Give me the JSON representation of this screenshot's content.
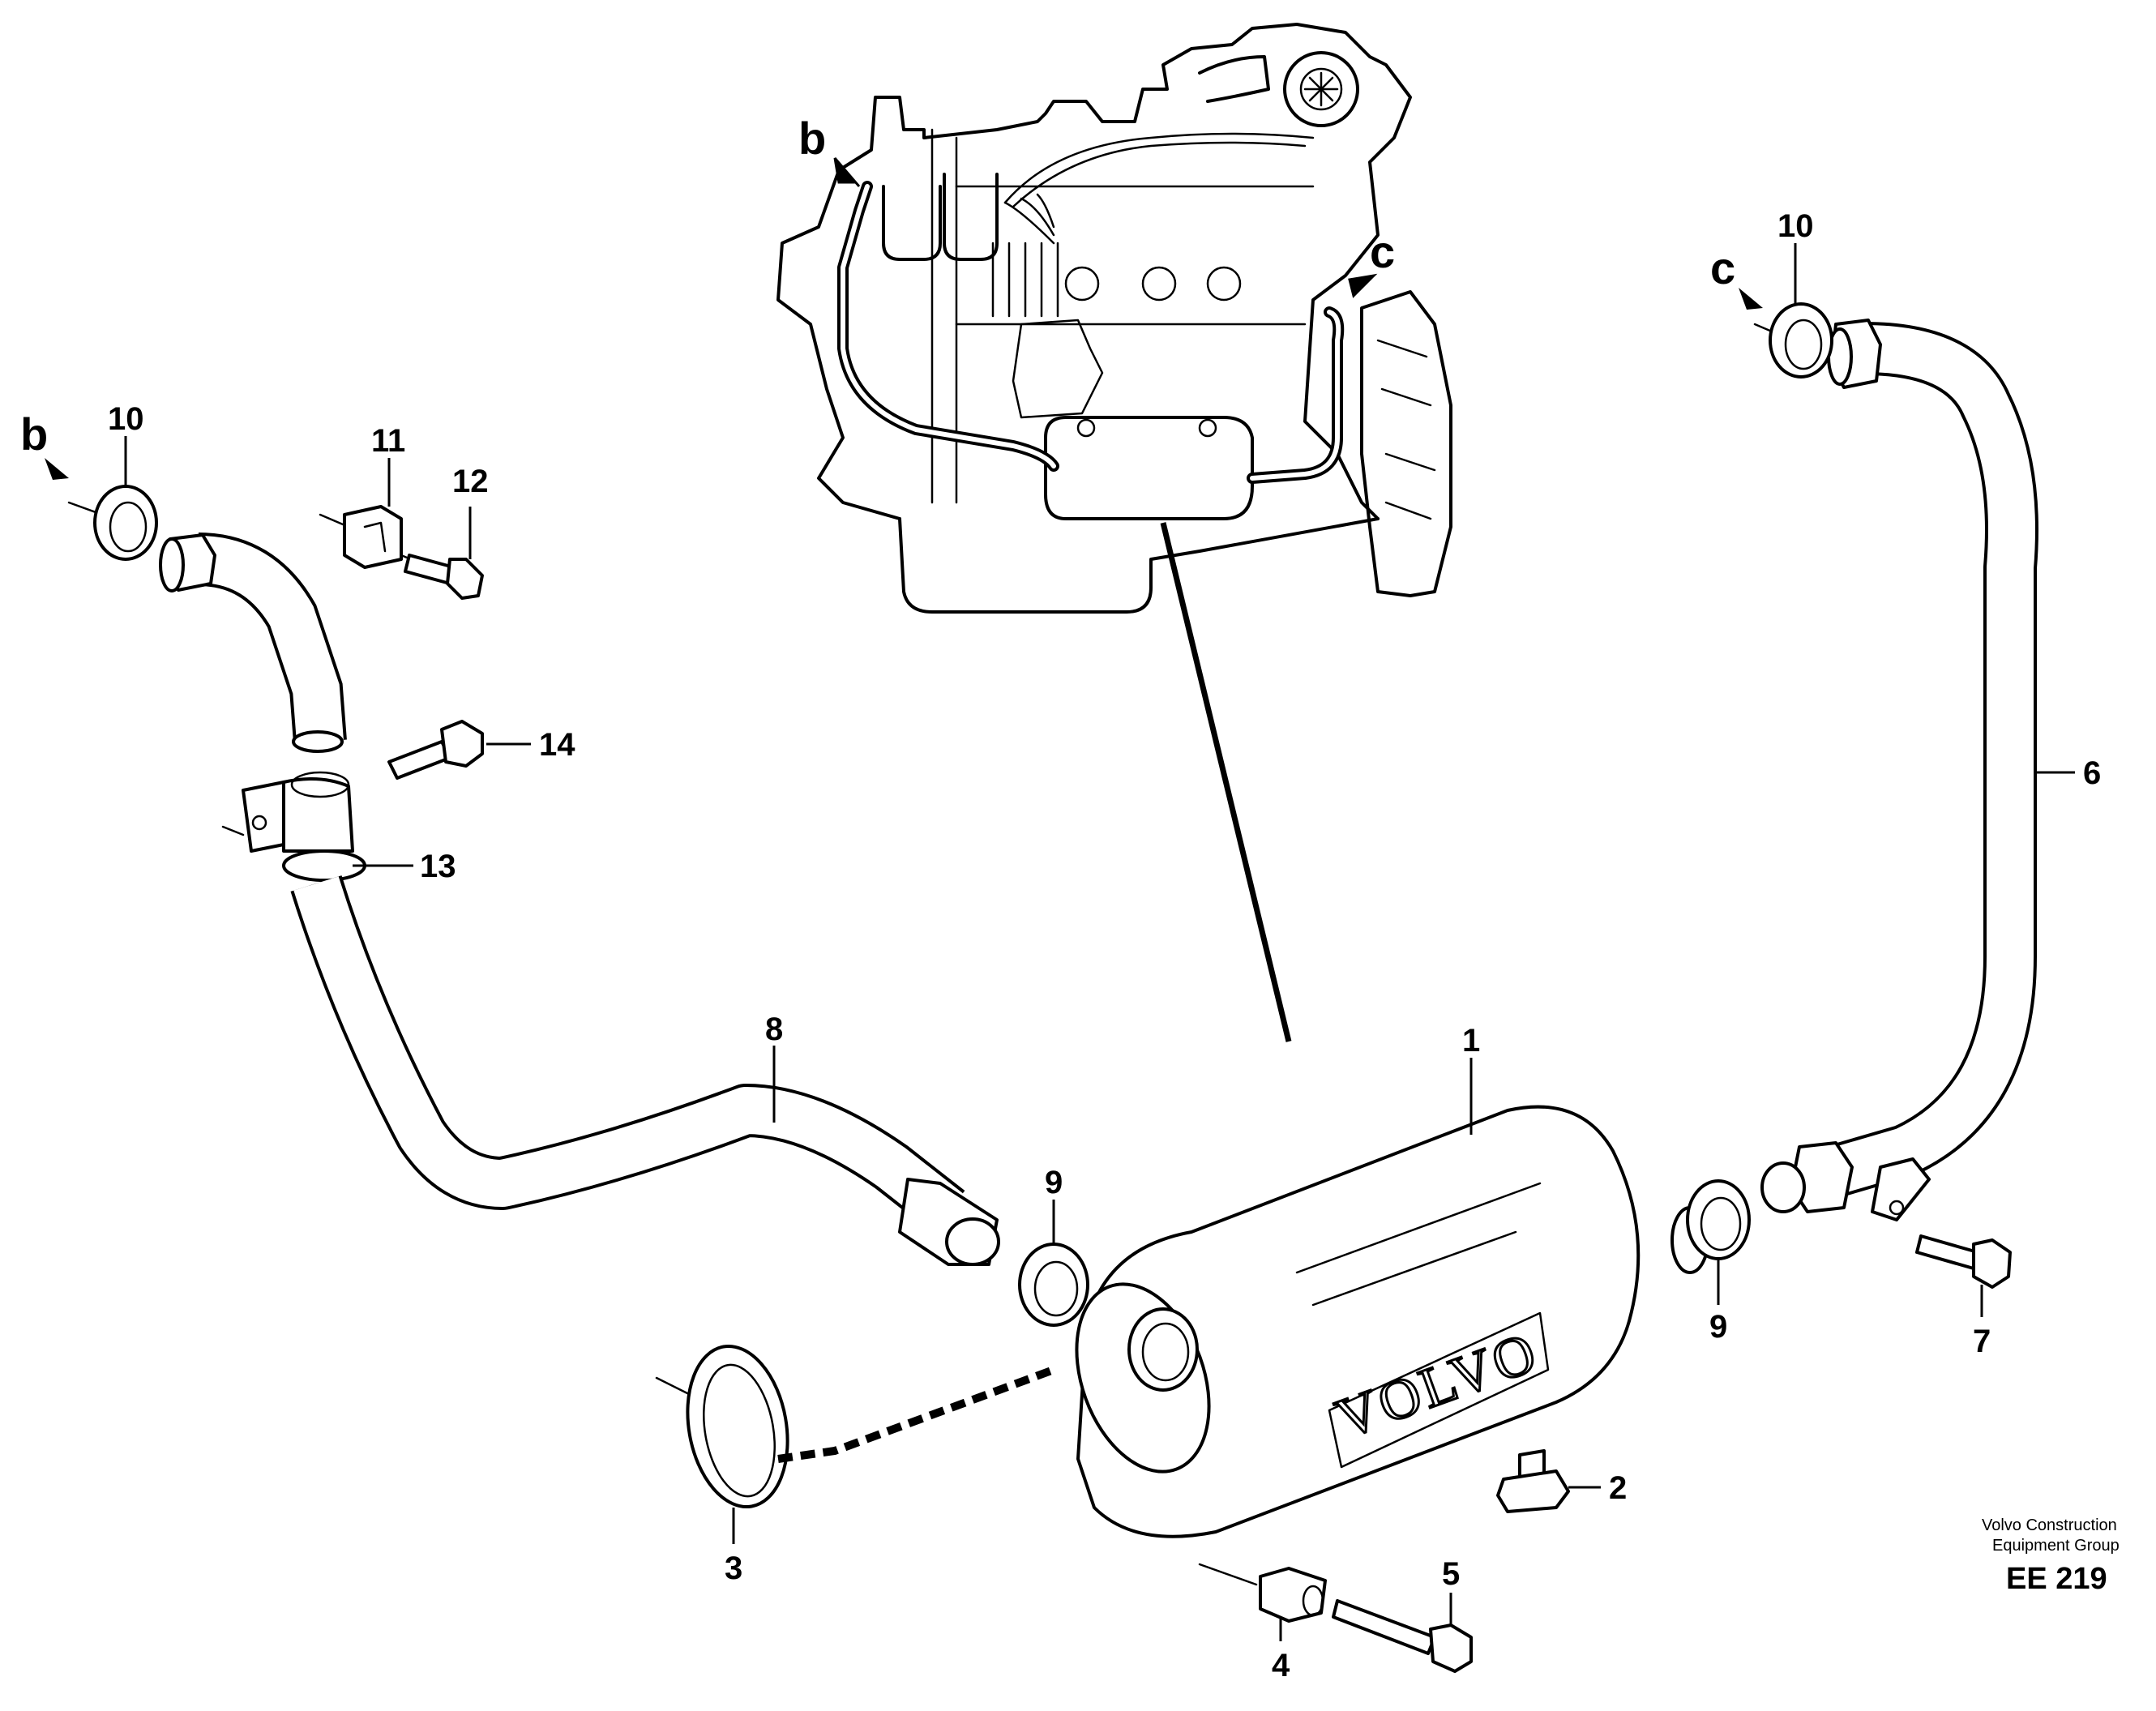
{
  "diagram": {
    "callouts": {
      "p1": "1",
      "p2": "2",
      "p3": "3",
      "p4": "4",
      "p5": "5",
      "p6": "6",
      "p7": "7",
      "p8": "8",
      "p9a": "9",
      "p9b": "9",
      "p10a": "10",
      "p10b": "10",
      "p11": "11",
      "p12": "12",
      "p13": "13",
      "p14": "14"
    },
    "view_markers": {
      "b_engine": "b",
      "c_engine": "c",
      "b_left": "b",
      "c_right": "c"
    },
    "muffler_logo": "VOLVO",
    "footer": {
      "line1": "Volvo Construction",
      "line2": "Equipment Group",
      "code": "EE 219"
    }
  }
}
